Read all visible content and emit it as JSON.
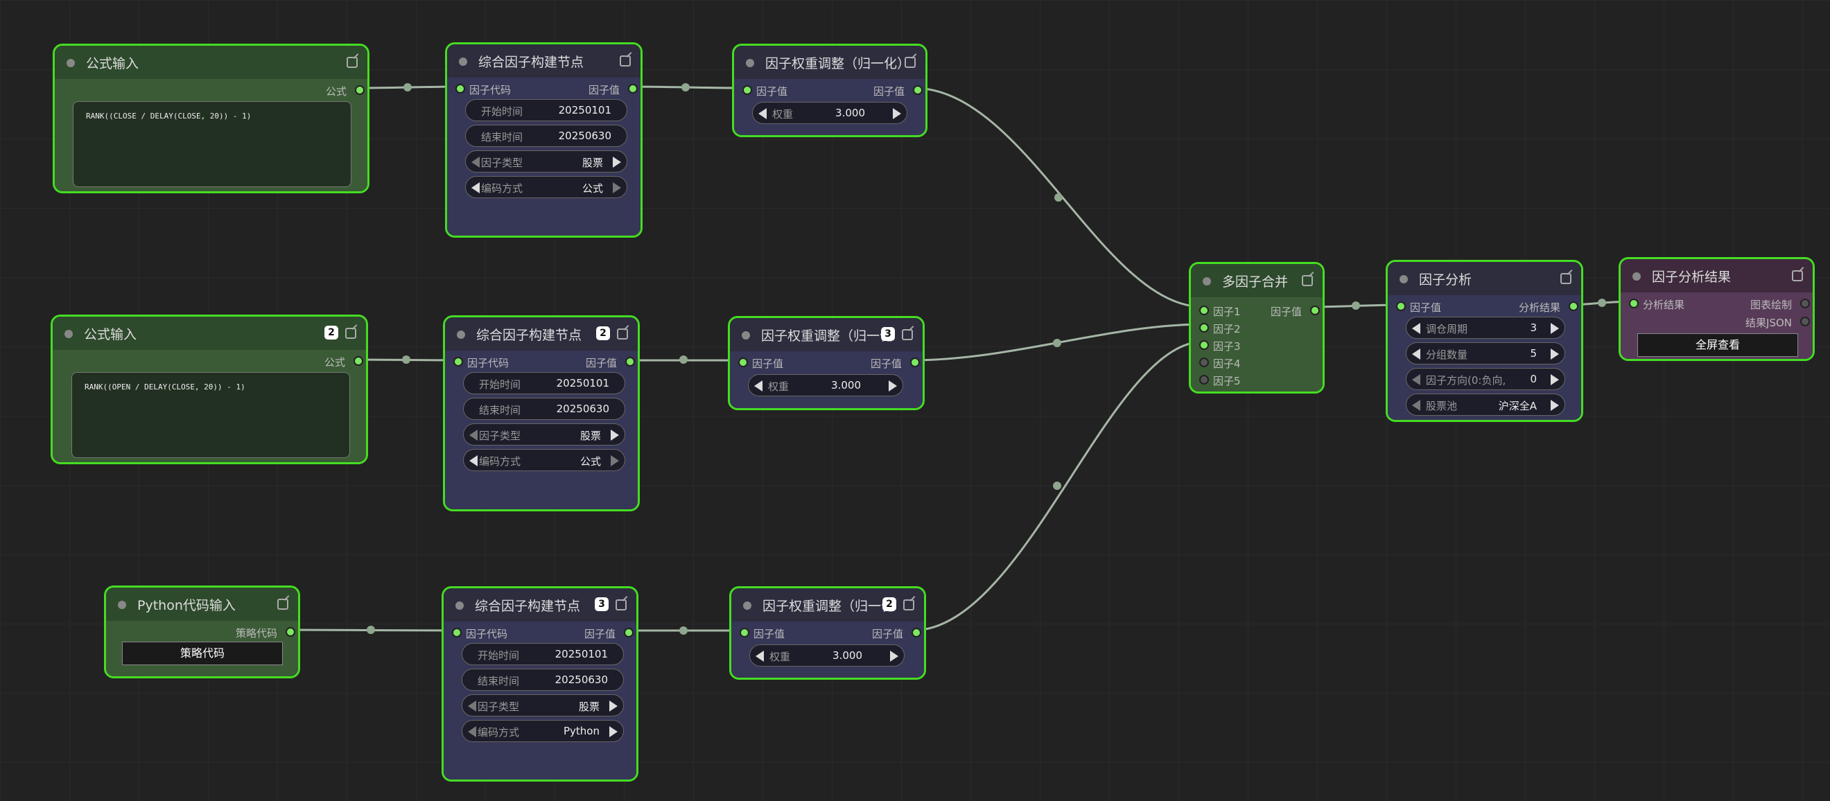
{
  "nodes": {
    "formula1": {
      "title": "公式输入",
      "out_label": "公式",
      "formula": "RANK((CLOSE / DELAY(CLOSE, 20)) - 1)"
    },
    "formula2": {
      "title": "公式输入",
      "badge": "2",
      "out_label": "公式",
      "formula": "RANK((OPEN / DELAY(CLOSE, 20)) - 1)"
    },
    "python": {
      "title": "Python代码输入",
      "out_label": "策略代码",
      "button": "策略代码"
    },
    "build1": {
      "title": "综合因子构建节点",
      "in_label": "因子代码",
      "out_label": "因子值",
      "start_label": "开始时间",
      "start_value": "20250101",
      "end_label": "结束时间",
      "end_value": "20250630",
      "type_label": "因子类型",
      "type_value": "股票",
      "encode_label": "编码方式",
      "encode_value": "公式"
    },
    "build2": {
      "title": "综合因子构建节点",
      "badge": "2",
      "in_label": "因子代码",
      "out_label": "因子值",
      "start_label": "开始时间",
      "start_value": "20250101",
      "end_label": "结束时间",
      "end_value": "20250630",
      "type_label": "因子类型",
      "type_value": "股票",
      "encode_label": "编码方式",
      "encode_value": "公式"
    },
    "build3": {
      "title": "综合因子构建节点",
      "badge": "3",
      "in_label": "因子代码",
      "out_label": "因子值",
      "start_label": "开始时间",
      "start_value": "20250101",
      "end_label": "结束时间",
      "end_value": "20250630",
      "type_label": "因子类型",
      "type_value": "股票",
      "encode_label": "编码方式",
      "encode_value": "Python"
    },
    "weight1": {
      "title": "因子权重调整（归一化）",
      "in_label": "因子值",
      "out_label": "因子值",
      "weight_label": "权重",
      "weight_value": "3.000"
    },
    "weight2": {
      "title": "因子权重调整（归一化",
      "badge": "3",
      "in_label": "因子值",
      "out_label": "因子值",
      "weight_label": "权重",
      "weight_value": "3.000"
    },
    "weight3": {
      "title": "因子权重调整（归一化",
      "badge": "2",
      "in_label": "因子值",
      "out_label": "因子值",
      "weight_label": "权重",
      "weight_value": "3.000"
    },
    "merge": {
      "title": "多因子合并",
      "inputs": [
        "因子1",
        "因子2",
        "因子3",
        "因子4",
        "因子5"
      ],
      "out_label": "因子值"
    },
    "analysis": {
      "title": "因子分析",
      "in_label": "因子值",
      "out_label": "分析结果",
      "period_label": "调仓周期",
      "period_value": "3",
      "groups_label": "分组数量",
      "groups_value": "5",
      "direction_label": "因子方向(0:负向,",
      "direction_value": "0",
      "pool_label": "股票池",
      "pool_value": "沪深全A"
    },
    "result": {
      "title": "因子分析结果",
      "in_label": "分析结果",
      "out1_label": "图表绘制",
      "out2_label": "结果JSON",
      "button": "全屏查看"
    }
  },
  "colors": {
    "node_border": "#44dd22",
    "wire": "#a6b6a6",
    "port_active": "#7ce860",
    "green_node": "#3b5b36",
    "purple_node": "#363656",
    "pink_node": "#573a58"
  },
  "icons": {
    "edit": "edit-icon",
    "status": "status-dot-icon",
    "arrow_left": "arrow-left-icon",
    "arrow_right": "arrow-right-icon"
  }
}
